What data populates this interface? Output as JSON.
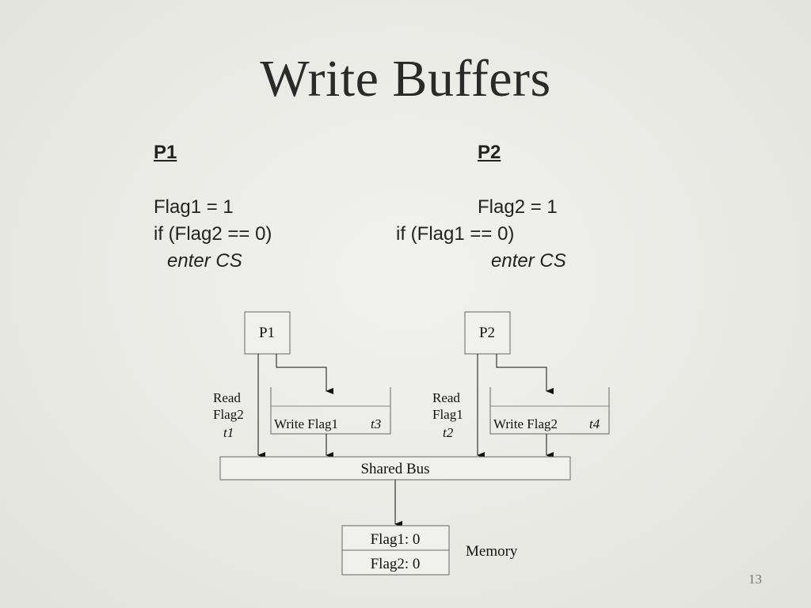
{
  "title": "Write Buffers",
  "code": {
    "p1": {
      "heading": "P1",
      "line1": "Flag1 = 1",
      "line2": "if (Flag2 == 0)",
      "line3": "enter CS"
    },
    "p2": {
      "heading": "P2",
      "line1": "Flag2 = 1",
      "line2": "if (Flag1 == 0)",
      "line3": "enter CS"
    }
  },
  "diagram": {
    "p1_box": "P1",
    "p2_box": "P2",
    "p1_read_line1": "Read",
    "p1_read_line2": "Flag2",
    "p1_read_time": "t1",
    "p2_read_line1": "Read",
    "p2_read_line2": "Flag1",
    "p2_read_time": "t2",
    "buffer1_label": "Write Flag1",
    "buffer1_time": "t3",
    "buffer2_label": "Write Flag2",
    "buffer2_time": "t4",
    "bus_label": "Shared Bus",
    "memory_row1": "Flag1: 0",
    "memory_row2": "Flag2: 0",
    "memory_label": "Memory"
  },
  "page_number": "13"
}
